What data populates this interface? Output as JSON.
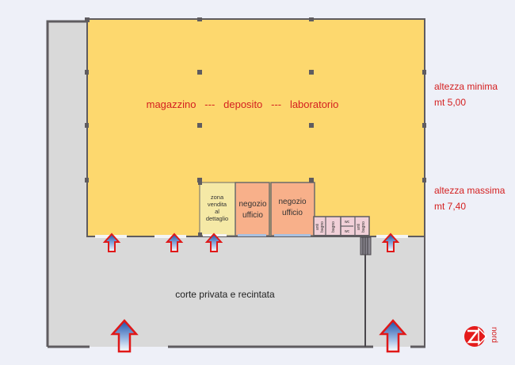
{
  "plan": {
    "main_area": "magazzino   ---   deposito   ---   laboratorio",
    "height_min_label": "altezza minima",
    "height_min_value": "mt 5,00",
    "height_max_label": "altezza massima",
    "height_max_value": "mt 7,40",
    "retail_zone": [
      "zona",
      "vendita",
      "al",
      "dettaglio"
    ],
    "shop1": [
      "negozio",
      "ufficio"
    ],
    "shop2": [
      "negozio",
      "ufficio"
    ],
    "antibagno": [
      "anti",
      "bagno"
    ],
    "bagno": "bagno",
    "wc": "wc",
    "courtyard": "corte privata e recintata",
    "north": "nord"
  },
  "colors": {
    "warehouse": "#fdd86e",
    "retail": "#f5e9a6",
    "shop": "#f8b08a",
    "bath": "#f1d0d8",
    "court": "#d9d9d9",
    "wall": "#5f5c60",
    "text_red": "#d42020"
  }
}
